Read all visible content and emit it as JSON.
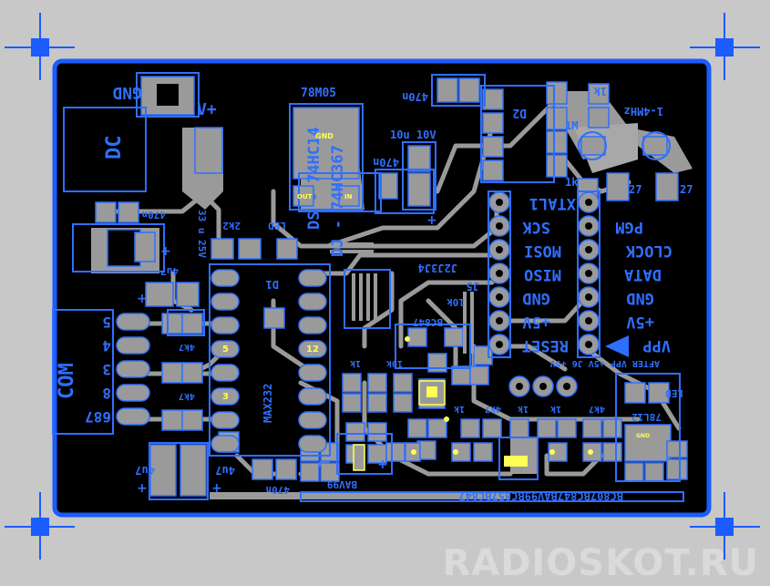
{
  "board": {
    "colors": {
      "background": "#c8c8c8",
      "board_fill": "#000000",
      "board_edge": "#1b5cff",
      "copper": "#9a9a9a",
      "silkscreen": "#2f6fff",
      "highlight": "#ffff55"
    },
    "labels": {
      "gnd": "GND",
      "vplus": "V+",
      "dc": "DC",
      "ds": "DS - 74HC14",
      "dj": "DJ - 74HC367",
      "reg": "78M05",
      "gnd_small": "GND",
      "out": "OUT",
      "in": "IN",
      "cap470n_top": "470n",
      "cap10u": "10u 10V",
      "cap470n_mid": "470n",
      "d2": "D2",
      "r1k": "1k",
      "r1m": "1M",
      "xtal_freq": "1-4MHz",
      "cap27_left": "27",
      "cap27_right": "27",
      "r1k_b": "1k",
      "cap470n_left": "470n",
      "zener": "33 u 25V",
      "led": "LED",
      "r2k2": "2k2",
      "cap4u7_a": "4u7",
      "d1": "D1",
      "jumpers": "J2J3J4",
      "j5": "J5",
      "r10k": "10k",
      "bc847_a": "BC847",
      "max232": "MAX232",
      "pin5": "5",
      "pin12": "12",
      "pin3": "3",
      "com": "COM",
      "com_pin5": "5",
      "com_pin4": "4",
      "com_pin3": "3",
      "com_pin8": "8",
      "com_pin687": "687",
      "r4k7_a": "4k7",
      "r4k7_b": "4k7",
      "cap4u7_b": "4u7",
      "cap4u7_c": "4u7",
      "cap470n_bot": "470n",
      "xtal1": "XTAL1",
      "sck": "SCK",
      "mosi": "MOSI",
      "miso": "MISO",
      "gnd_isp": "GND",
      "v5_isp": "+5V",
      "reset": "RESET",
      "pgm": "PGM",
      "clock": "CLOCK",
      "data": "DATA",
      "gnd_hv": "GND",
      "v5_hv": "+5V",
      "vpp": "VPP",
      "jumper_note": "AFTER VPP +5V J6 +5V",
      "led2": "LED",
      "reg2": "78L12",
      "r4k7_c": "4k7",
      "r1k_c": "1k",
      "r1k_d": "1k",
      "r4k7_d": "4k7",
      "r1k_e": "1k",
      "r10k_b": "10k",
      "r1k_f": "1k",
      "bottom_row": "BC807BC847BAV99BC857BC847",
      "bav99": "BAV99"
    },
    "watermark": "RADIOSKOT.RU"
  }
}
